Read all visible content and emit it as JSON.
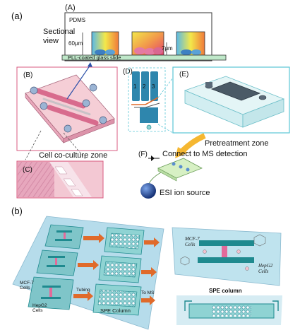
{
  "panel_a": {
    "label": "(a)",
    "sub_a": "(A)",
    "pdms": "PDMS",
    "sectional_view_1": "Sectional",
    "sectional_view_2": "view",
    "dim_height": "60μm",
    "dim_gap": "7μm",
    "glass_slide": "PLL-coated glass slide",
    "sub_b": "(B)",
    "sub_c": "(C)",
    "sub_d": "(D)",
    "channel_numbers": [
      "1",
      "2",
      "3"
    ],
    "sub_e": "(E)",
    "sub_f": "(F)",
    "pretreatment_zone": "Pretreatment zone",
    "connect_ms": "Connect to MS detection",
    "coculture_zone": "Cell co-culture zone",
    "esi_source": "ESI ion source"
  },
  "panel_b": {
    "label": "(b)",
    "mcf7": "MCF-7",
    "cells": "Cells",
    "hepg2": "HepG2",
    "tubing": "Tubing",
    "to_ms": "To MS",
    "spe_column_chip": "SPE Column",
    "spe_column": "SPE column"
  },
  "colors": {
    "pink_chip": "#f4c9d2",
    "pink_border": "#d95b80",
    "cyan_border": "#5bc6d6",
    "teal_chip": "#8fd3d3",
    "teal_dark": "#1f8a8f",
    "blue_sheet": "#b6dceb",
    "orange_arrow": "#e06a2a",
    "esi_blue": "#1d3f8e",
    "glass_green": "#bfe8c9"
  }
}
